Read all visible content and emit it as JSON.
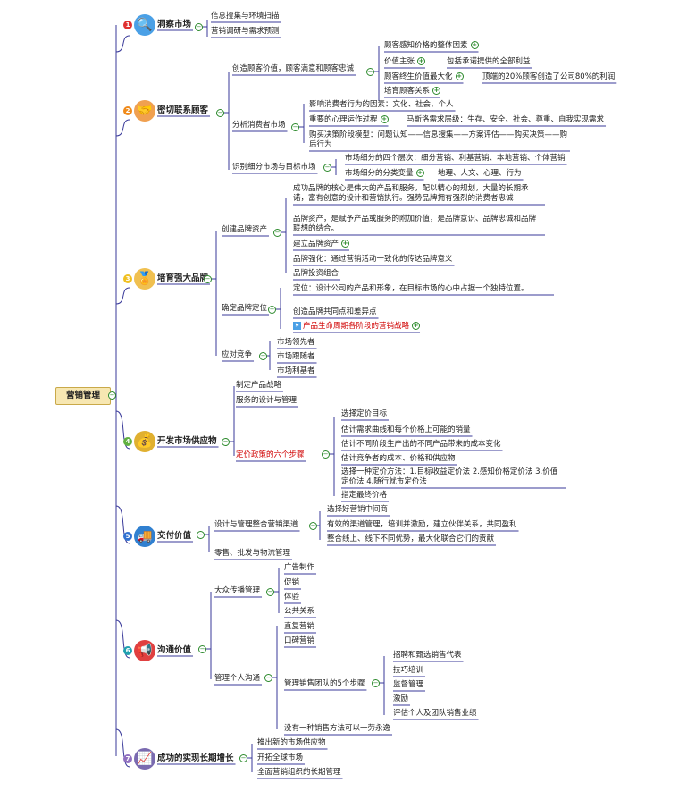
{
  "root": {
    "label": "营销管理",
    "fill": "#f7e7b2"
  },
  "line_color": "#3a3a9a",
  "branches": [
    {
      "num": "1",
      "color": "#e03030",
      "icon": "magnifier-icon",
      "label": "洞察市场",
      "children": [
        "信息搜集与环境扫描",
        "营销调研与需求预测"
      ]
    },
    {
      "num": "2",
      "color": "#f08a1a",
      "icon": "handshake-icon",
      "label": "密切联系顾客",
      "children": [
        {
          "label": "创造顾客价值，顾客满意和顾客忠诚",
          "children": [
            "顾客感知价格的整体因素",
            "价值主张",
            "包括承诺提供的全部利益",
            "顾客终生价值最大化",
            "顶端的20%顾客创造了公司80%的利润",
            "培育顾客关系"
          ]
        },
        {
          "label": "分析消费者市场",
          "children": [
            "影响消费者行为的因素：文化、社会、个人",
            "重要的心理运作过程",
            "马斯洛需求层级：生存、安全、社会、尊重、自我实现需求",
            "购买决策阶段模型：问题认知——信息搜集——方案评估——购买决策——购后行为"
          ]
        },
        {
          "label": "识别细分市场与目标市场",
          "children": [
            "市场细分的四个层次：细分营销、利基营销、本地营销、个体营销",
            "市场细分的分类变量",
            "地理、人文、心理、行为"
          ]
        }
      ]
    },
    {
      "num": "3",
      "color": "#f0c020",
      "icon": "medal-icon",
      "label": "培育强大品牌",
      "children": [
        {
          "label": "创建品牌资产",
          "children": [
            "成功品牌的核心是伟大的产品和服务，配以精心的规划，大量的长期承诺，富有创意的设计和营销执行。强势品牌拥有强烈的消费者忠诚",
            "品牌资产，是赋予产品或服务的附加价值，是品牌意识、品牌忠诚和品牌联想的结合。",
            "建立品牌资产",
            "品牌强化：通过营销活动一致化的传达品牌意义",
            "品牌投资组合"
          ]
        },
        {
          "label": "确定品牌定位",
          "children": [
            "定位：设计公司的产品和形象，在目标市场的心中占据一个独特位置。",
            "创造品牌共同点和差异点",
            "产品生命周期各阶段的营销战略"
          ]
        },
        {
          "label": "应对竞争",
          "children": [
            "市场领先者",
            "市场跟随者",
            "市场利基者"
          ]
        }
      ]
    },
    {
      "num": "4",
      "color": "#60b040",
      "icon": "money-bag-icon",
      "label": "开发市场供应物",
      "children": [
        "制定产品战略",
        "服务的设计与管理",
        {
          "label": "定价政策的六个步骤",
          "children": [
            "选择定价目标",
            "估计需求曲线和每个价格上可能的销量",
            "估计不同阶段生产出的不同产品带来的成本变化",
            "估计竞争者的成本、价格和供应物",
            "选择一种定价方法：1.目标收益定价法 2.感知价格定价法 3.价值定价法 4.随行就市定价法",
            "指定最终价格"
          ]
        }
      ]
    },
    {
      "num": "5",
      "color": "#3070d0",
      "icon": "delivery-icon",
      "label": "交付价值",
      "children": [
        {
          "label": "设计与管理整合营销渠道",
          "children": [
            "选择好营销中间商",
            "有效的渠道管理，培训并激励，建立伙伴关系，共同盈利",
            "整合线上、线下不同优势，最大化联合它们的贡献"
          ]
        },
        "零售、批发与物流管理"
      ]
    },
    {
      "num": "6",
      "color": "#20a0b0",
      "icon": "megaphone-icon",
      "label": "沟通价值",
      "children": [
        {
          "label": "大众传播管理",
          "children": [
            "广告制作",
            "促销",
            "体验",
            "公共关系"
          ]
        },
        {
          "label": "管理个人沟通",
          "children": [
            "直复营销",
            "口碑营销",
            {
              "label": "管理销售团队的5个步骤",
              "children": [
                "招聘和甄选销售代表",
                "技巧培训",
                "监督管理",
                "激励",
                "评估个人及团队销售业绩"
              ]
            },
            "没有一种销售方法可以一劳永逸"
          ]
        }
      ]
    },
    {
      "num": "7",
      "color": "#9070c0",
      "icon": "chart-arrow-icon",
      "label": "成功的实现长期增长",
      "children": [
        "推出新的市场供应物",
        "开拓全球市场",
        "全面营销组织的长期管理"
      ]
    }
  ]
}
